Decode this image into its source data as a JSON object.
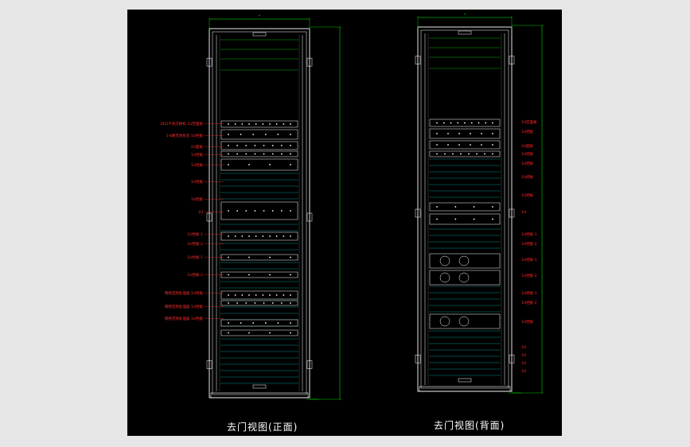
{
  "captions": {
    "front": "去门视图(正面)",
    "back": "去门视图(背面)"
  },
  "front_labels": [
    "24口千兆交换机  1U空面板",
    "1-8路无线拾音   1U挡板",
    "2U面板",
    "1U挡板",
    "1U挡板",
    "1U挡板",
    "1U挡板",
    "1U",
    "1U挡板-1",
    "1U挡板-2",
    "1U挡板-1",
    "1U挡板-2",
    "网络音频处理器   1U挡板",
    "网络音频处理器   1U挡板",
    "网络音频处理器   1U挡板"
  ],
  "back_labels": [
    "1U空面板",
    "1U挡板",
    "2U面板",
    "1U挡板",
    "1U挡板",
    "1U挡板",
    "1U挡板",
    "1U",
    "1U挡板-1",
    "1U挡板-2",
    "1U挡板-1",
    "1U挡板-2",
    "1U挡板-1",
    "1U挡板-2",
    "1U挡板",
    "1U",
    "1U",
    "1U",
    "1U"
  ],
  "colors": {
    "label": "#ff2a2a",
    "dimension": "#00ff00",
    "outline": "#ffffff",
    "slot": "#00c8c8",
    "background": "#000000"
  }
}
